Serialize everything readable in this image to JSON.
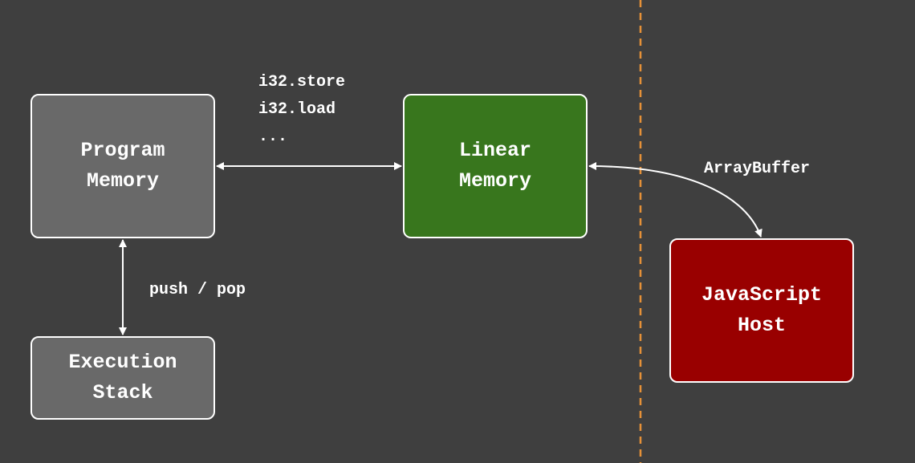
{
  "boxes": {
    "program_memory": {
      "line1": "Program",
      "line2": "Memory",
      "color": "#696969"
    },
    "linear_memory": {
      "line1": "Linear",
      "line2": "Memory",
      "color": "#38761d"
    },
    "execution_stack": {
      "line1": "Execution",
      "line2": "Stack",
      "color": "#696969"
    },
    "javascript_host": {
      "line1": "JavaScript",
      "line2": "Host",
      "color": "#990000"
    }
  },
  "labels": {
    "memory_ops": [
      "i32.store",
      "i32.load",
      "..."
    ],
    "stack_ops": "push / pop",
    "host_link": "ArrayBuffer"
  },
  "colors": {
    "background": "#3f3f3f",
    "border": "#ffffff",
    "divider": "#e69138"
  }
}
